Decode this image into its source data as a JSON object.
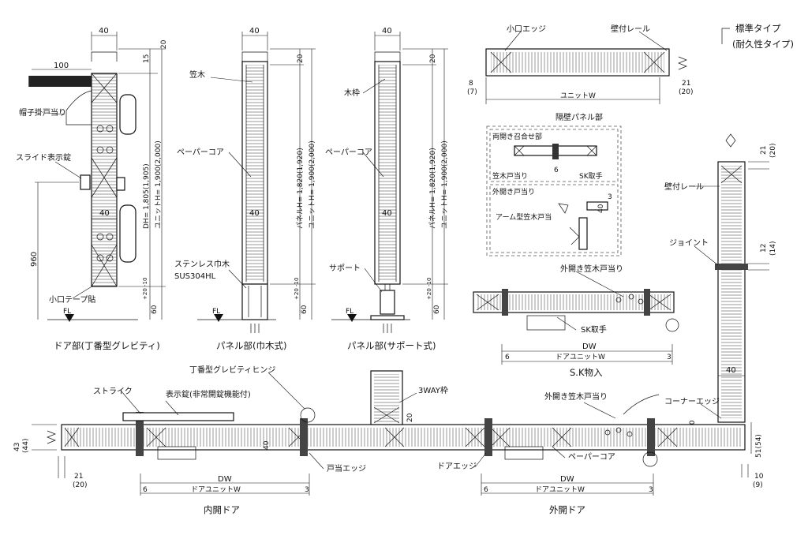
{
  "legend": {
    "standard": "標準タイプ",
    "durable": "(耐久性タイプ)"
  },
  "door_section": {
    "caption": "ドア部(丁番型グレビティ)",
    "dim_width_top": "40",
    "dim_handle": "100",
    "dim_mid": "40",
    "dim_960": "960",
    "dim_top": "15",
    "dim_top2": "20",
    "dim_dh": "DH= 1,805(1,905)",
    "dim_unit_h": "ユニットH= 1,900(2,000)",
    "dim_bottom": "60",
    "dim_bottom_tol": "+20 -10",
    "label_hat_stop": "帽子掛戸当り",
    "label_slide_lock": "スライド表示錠",
    "label_tape": "小口テープ貼",
    "fl": "FL"
  },
  "panel_kaboku": {
    "caption": "パネル部(巾木式)",
    "dim_width_top": "40",
    "dim_mid": "40",
    "dim_top": "20",
    "dim_panel_h": "パネルH= 1,820(1,920)",
    "dim_unit_h": "ユニットH= 1,900(2,000)",
    "dim_bottom": "60",
    "dim_bottom_tol": "+20 -10",
    "label_kasagi": "笠木",
    "label_core": "ペーパーコア",
    "label_baseboard": "ステンレス巾木",
    "label_baseboard2": "SUS304HL",
    "fl": "FL"
  },
  "panel_support": {
    "caption": "パネル部(サポート式)",
    "dim_width_top": "40",
    "dim_mid": "40",
    "dim_top": "20",
    "dim_panel_h": "パネルH= 1,820(1,920)",
    "dim_unit_h": "ユニットH= 1,900(2,000)",
    "dim_bottom": "60",
    "dim_bottom_tol": "+20 -10",
    "label_frame": "木枠",
    "label_core": "ペーパーコア",
    "label_support": "サポート",
    "fl": "FL"
  },
  "top_rail_detail": {
    "label_edge": "小口エッジ",
    "label_rail": "壁付レール",
    "dim_left": "8",
    "dim_left2": "(7)",
    "dim_right": "21",
    "dim_right2": "(20)",
    "dim_unit": "ユニットW"
  },
  "partition_detail": {
    "title": "隔壁パネル部",
    "label_double": "両開き召合せ部",
    "label_kasagi_stop": "笠木戸当り",
    "label_sk": "SK取手",
    "dim_6": "6",
    "label_out_stop": "外開き戸当り",
    "label_arm": "アーム型笠木戸当",
    "dim_40": "40",
    "dim_3": "3"
  },
  "sk_detail": {
    "caption": "S.K物入",
    "label_out_kasagi": "外開き笠木戸当り",
    "label_sk": "SK取手",
    "dim_dw": "DW",
    "dim_unit": "ドアユニットW",
    "dim_6": "6",
    "dim_3": "3"
  },
  "right_vertical": {
    "label_rail": "壁付レール",
    "label_joint": "ジョイント",
    "label_corner": "コーナーエッジ",
    "dim_top": "21",
    "dim_top2": "(20)",
    "dim_joint": "12",
    "dim_joint2": "(14)",
    "dim_40": "40",
    "dim_40b": "40",
    "dim_51": "51(54)",
    "dim_10": "10",
    "dim_9": "(9)"
  },
  "plan": {
    "label_strike": "ストライク",
    "label_lock": "表示錠(非常開錠機能付)",
    "label_hinge": "丁番型グレビティヒンジ",
    "label_3way": "3WAY枠",
    "label_out_kasagi": "外開き笠木戸当り",
    "label_door_stop_edge": "戸当エッジ",
    "label_door_edge": "ドアエッジ",
    "label_core": "ペーパーコア",
    "dim_43": "43",
    "dim_44": "(44)",
    "dim_40": "40",
    "dim_20": "20",
    "dim_21": "21",
    "dim_21b": "(20)",
    "in_dw": "DW",
    "in_unit": "ドアユニットW",
    "in_6": "6",
    "in_3": "3",
    "in_caption": "内開ドア",
    "out_dw": "DW",
    "out_unit": "ドアユニットW",
    "out_6": "6",
    "out_3": "3",
    "out_caption": "外開ドア"
  }
}
